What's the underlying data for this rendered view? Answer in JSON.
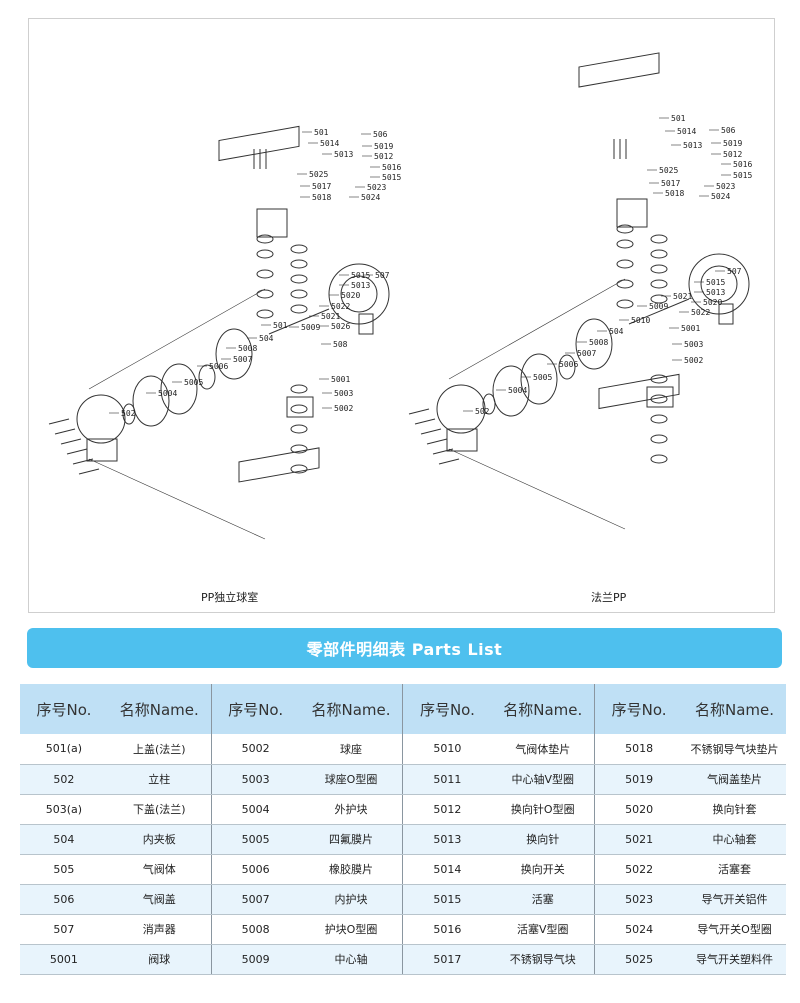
{
  "diagrams": {
    "left": {
      "caption": "PP独立球室",
      "labels": [
        "501",
        "5014",
        "506",
        "5019",
        "5012",
        "5016",
        "5013",
        "5015",
        "5023",
        "5025",
        "5024",
        "5017",
        "5018",
        "507",
        "5015",
        "5013",
        "5020",
        "5022",
        "5021",
        "5009",
        "5026",
        "508",
        "5001",
        "5003",
        "5002",
        "501",
        "504",
        "5008",
        "5007",
        "5006",
        "5005",
        "5004",
        "502"
      ]
    },
    "right": {
      "caption": "法兰PP",
      "labels": [
        "501",
        "5014",
        "506",
        "5019",
        "5012",
        "5016",
        "5015",
        "5013",
        "5023",
        "5025",
        "5024",
        "5017",
        "5018",
        "507",
        "5015",
        "5013",
        "5020",
        "5022",
        "5021",
        "5009",
        "5010",
        "5001",
        "5003",
        "5002",
        "504",
        "5008",
        "5007",
        "5006",
        "5005",
        "5004",
        "502"
      ]
    }
  },
  "banner": {
    "title": "零部件明细表 Parts List"
  },
  "table": {
    "headers": {
      "no": "序号No.",
      "name": "名称Name."
    },
    "rows": [
      [
        [
          "501(a)",
          "上盖(法兰)"
        ],
        [
          "5002",
          "球座"
        ],
        [
          "5010",
          "气阀体垫片"
        ],
        [
          "5018",
          "不锈钢导气块垫片"
        ]
      ],
      [
        [
          "502",
          "立柱"
        ],
        [
          "5003",
          "球座O型圈"
        ],
        [
          "5011",
          "中心轴V型圈"
        ],
        [
          "5019",
          "气阀盖垫片"
        ]
      ],
      [
        [
          "503(a)",
          "下盖(法兰)"
        ],
        [
          "5004",
          "外护块"
        ],
        [
          "5012",
          "换向针O型圈"
        ],
        [
          "5020",
          "换向针套"
        ]
      ],
      [
        [
          "504",
          "内夹板"
        ],
        [
          "5005",
          "四氟膜片"
        ],
        [
          "5013",
          "换向针"
        ],
        [
          "5021",
          "中心轴套"
        ]
      ],
      [
        [
          "505",
          "气阀体"
        ],
        [
          "5006",
          "橡胶膜片"
        ],
        [
          "5014",
          "换向开关"
        ],
        [
          "5022",
          "活塞套"
        ]
      ],
      [
        [
          "506",
          "气阀盖"
        ],
        [
          "5007",
          "内护块"
        ],
        [
          "5015",
          "活塞"
        ],
        [
          "5023",
          "导气开关铝件"
        ]
      ],
      [
        [
          "507",
          "消声器"
        ],
        [
          "5008",
          "护块O型圈"
        ],
        [
          "5016",
          "活塞V型圈"
        ],
        [
          "5024",
          "导气开关O型圈"
        ]
      ],
      [
        [
          "5001",
          "阀球"
        ],
        [
          "5009",
          "中心轴"
        ],
        [
          "5017",
          "不锈钢导气块"
        ],
        [
          "5025",
          "导气开关塑料件"
        ]
      ]
    ]
  }
}
